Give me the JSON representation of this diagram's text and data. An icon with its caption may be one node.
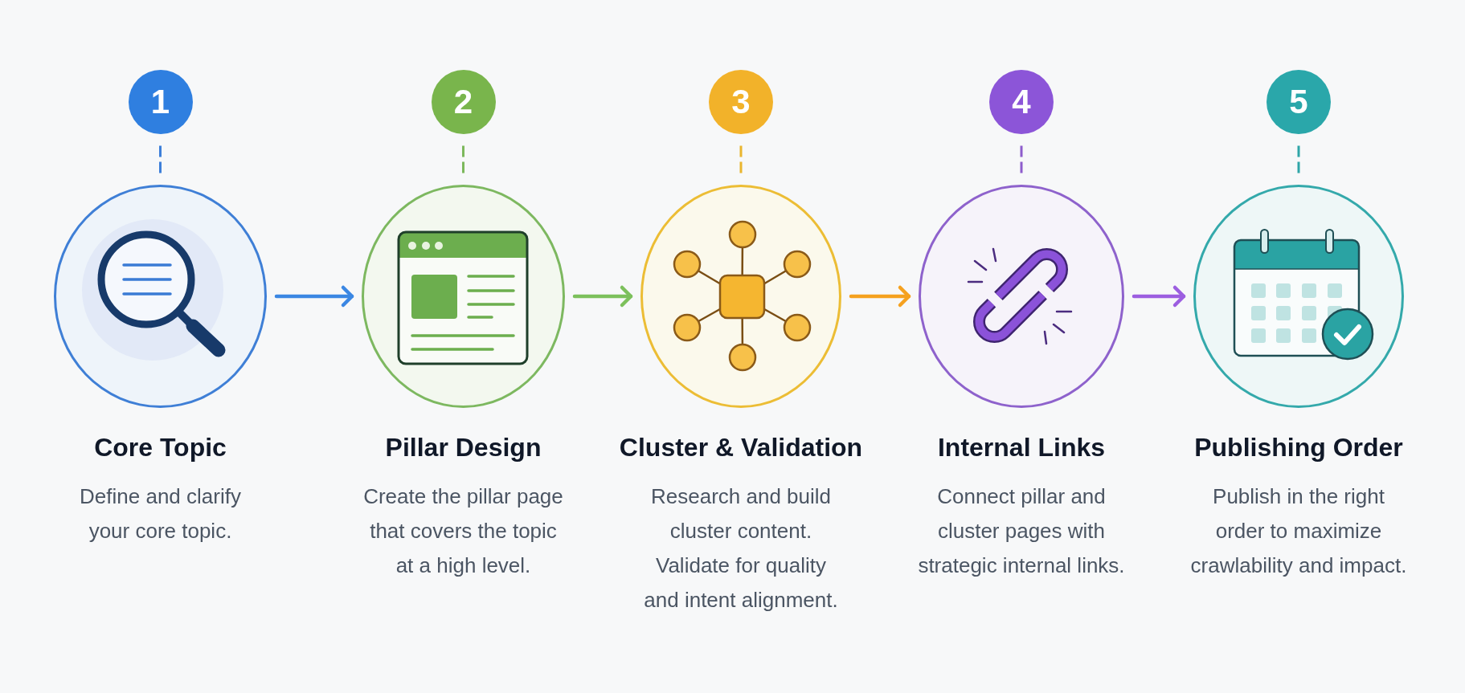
{
  "diagram": {
    "nodes": [
      {
        "text": [
          "1"
        ]
      },
      {
        "text": [
          "Core Topic",
          "Define and clarify your core topic."
        ]
      },
      {
        "text": [
          "2"
        ]
      },
      {
        "text": [
          "Pillar Design",
          "Create the pillar page that covers the topic at a high level."
        ]
      },
      {
        "text": [
          "3"
        ]
      },
      {
        "text": [
          "Cluster & Validation",
          "Research and build cluster content. Validate for quality and intent alignment."
        ]
      },
      {
        "text": [
          "4"
        ]
      },
      {
        "text": [
          "Internal Links",
          "Connect pillar and cluster pages with strategic internal links."
        ]
      },
      {
        "text": [
          "5"
        ]
      },
      {
        "text": [
          "Publishing Order",
          "Publish in the right order to maximize crawlability and impact."
        ]
      }
    ],
    "edges": [
      {
        "from": 0,
        "to": 1,
        "arrow": "none",
        "style": "dashed",
        "color": "#3d7fd9"
      },
      {
        "from": 2,
        "to": 3,
        "arrow": "none",
        "style": "dashed",
        "color": "#7cb85c"
      },
      {
        "from": 4,
        "to": 5,
        "arrow": "none",
        "style": "dashed",
        "color": "#eab52e"
      },
      {
        "from": 6,
        "to": 7,
        "arrow": "none",
        "style": "dashed",
        "color": "#8d5ccc"
      },
      {
        "from": 8,
        "to": 9,
        "arrow": "none",
        "style": "dashed",
        "color": "#2fa5a8"
      },
      {
        "from": 1,
        "to": 3,
        "arrow": "to",
        "color": "#3b87e3"
      },
      {
        "from": 3,
        "to": 5,
        "arrow": "to",
        "color": "#7cc05c"
      },
      {
        "from": 5,
        "to": 7,
        "arrow": "to",
        "color": "#f5a11f"
      },
      {
        "from": 7,
        "to": 9,
        "arrow": "to",
        "color": "#9c5ee0"
      }
    ]
  }
}
